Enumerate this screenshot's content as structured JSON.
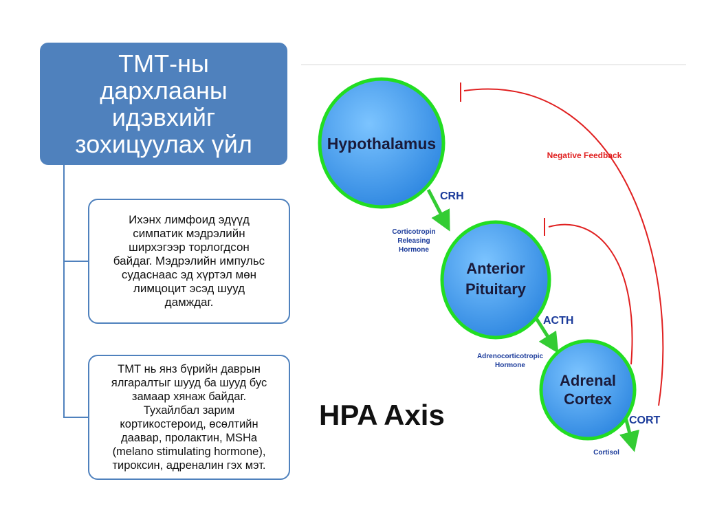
{
  "slide": {
    "title": "ТМТ-ны\nдархлааны\nидэвхийг\nзохицуулах үйл",
    "box1": "Ихэнх лимфоид эдүүд\nсимпатик мэдрэлийн\nширхэгээр торлогдсон\nбайдаг. Мэдрэлийн импульс\nсудаснаас эд хүртэл мөн\nлимцоцит эсэд шууд\nдамждаг.",
    "box2": "ТМТ нь янз бүрийн даврын\nялгаралтыг шууд ба шууд бус\nзамаар хянаж байдаг.\nТухайлбал зарим\nкортикостероид, өсөлтийн\nдаавар, пролактин, MSHa\n(melano stimulating hormone),\nтироксин, адреналин гэх мэт."
  },
  "diagram": {
    "hypothalamus": "Hypothalamus",
    "pituitary_line1": "Anterior",
    "pituitary_line2": "Pituitary",
    "adrenal_line1": "Adrenal",
    "adrenal_line2": "Cortex",
    "crh": "CRH",
    "crh_full_1": "Corticotropin",
    "crh_full_2": "Releasing",
    "crh_full_3": "Hormone",
    "acth": "ACTH",
    "acth_full_1": "Adrenocorticotropic",
    "acth_full_2": "Hormone",
    "cort": "CORT",
    "cort_full": "Cortisol",
    "negative_feedback": "Negative Feedback",
    "axis_title": "HPA Axis",
    "colors": {
      "circle_fill": "#3f9be8",
      "circle_stroke": "#22dd22",
      "arrow_green": "#33cc33",
      "label_blue": "#1a3a9a",
      "feedback_red": "#e02020"
    }
  }
}
